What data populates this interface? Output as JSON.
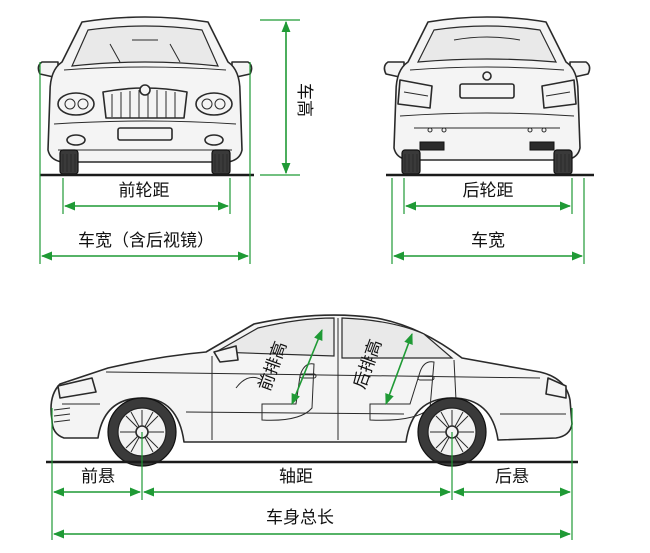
{
  "labels": {
    "front_track": "前轮距",
    "width_with_mirrors": "车宽（含后视镜）",
    "height": "车高",
    "rear_track": "后轮距",
    "width": "车宽",
    "front_headroom": "前排高",
    "rear_headroom": "后排高",
    "front_overhang": "前悬",
    "wheelbase": "轴距",
    "rear_overhang": "后悬",
    "length": "车身总长"
  },
  "colors": {
    "dimension_line": "#1f9a35",
    "outline": "#2a2a2a",
    "background": "#ffffff"
  }
}
